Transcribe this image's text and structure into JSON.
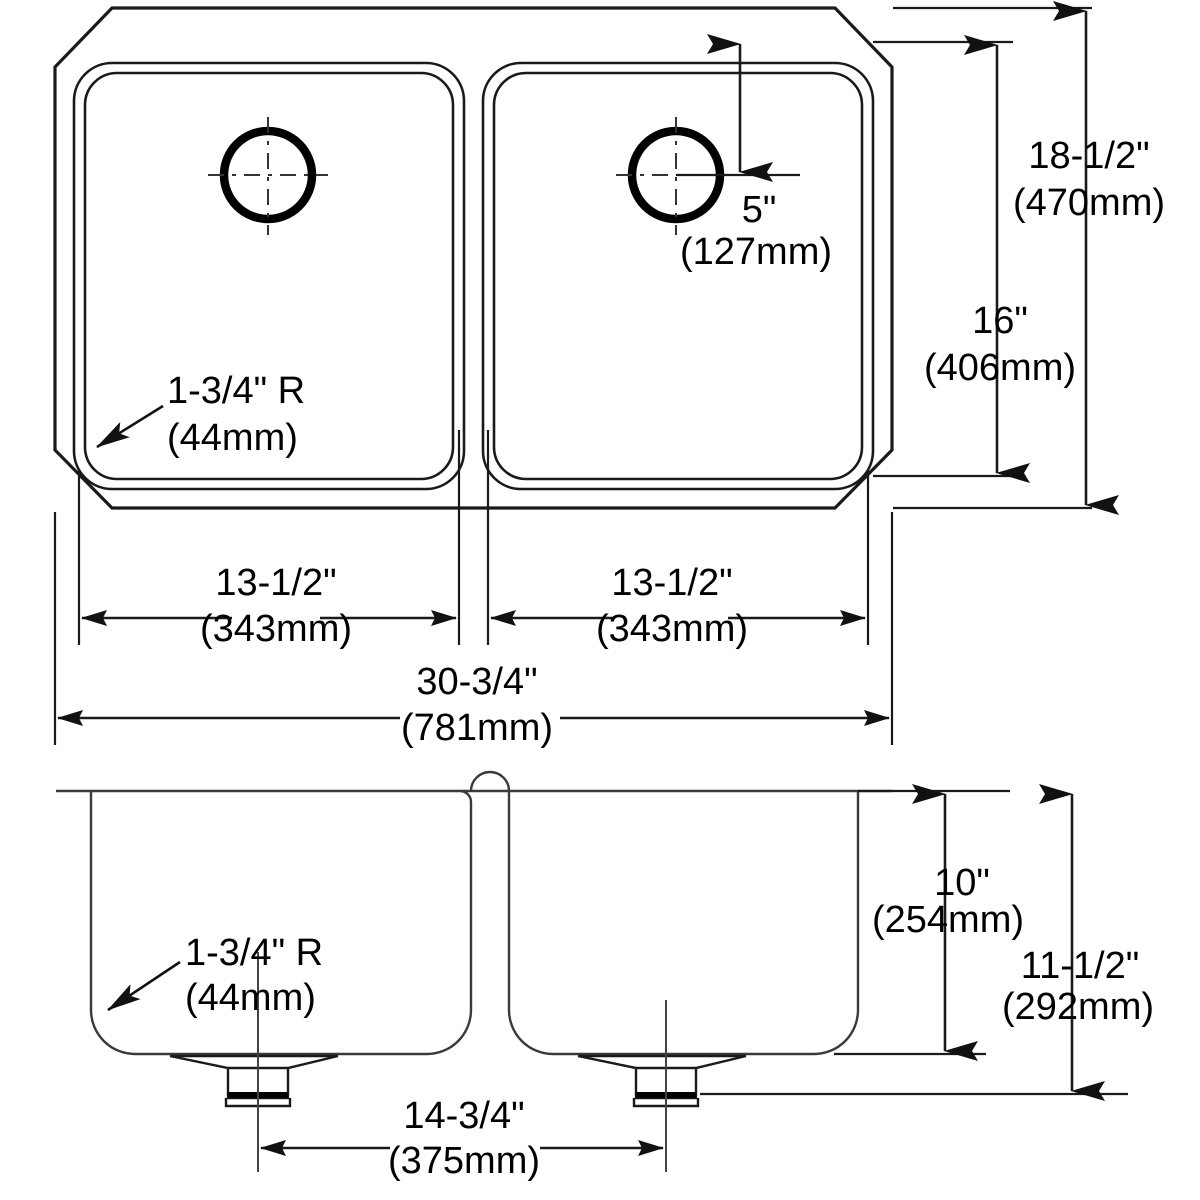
{
  "drawing": {
    "title": "Double Bowl Undermount Sink Dimension Drawing",
    "line_color": "#1a1a1a",
    "background": "#ffffff",
    "views": {
      "plan": "top-plan-view",
      "elevation": "front-elevation-view"
    }
  },
  "dimensions": {
    "drain_offset": {
      "imperial": "5\"",
      "metric": "(127mm)",
      "label": "drain center from rear"
    },
    "overall_depth": {
      "imperial": "18-1/2\"",
      "metric": "(470mm)",
      "label": "overall sink depth front to back"
    },
    "bowl_depth": {
      "imperial": "16\"",
      "metric": "(406mm)",
      "label": "bowl inside depth front to back"
    },
    "corner_radius_plan": {
      "imperial": "1-3/4\" R",
      "metric": "(44mm)",
      "label": "plan view corner radius"
    },
    "left_bowl_width": {
      "imperial": "13-1/2\"",
      "metric": "(343mm)",
      "label": "left bowl width"
    },
    "right_bowl_width": {
      "imperial": "13-1/2\"",
      "metric": "(343mm)",
      "label": "right bowl width"
    },
    "overall_width": {
      "imperial": "30-3/4\"",
      "metric": "(781mm)",
      "label": "overall sink width"
    },
    "corner_radius_elev": {
      "imperial": "1-3/4\" R",
      "metric": "(44mm)",
      "label": "elevation view corner radius"
    },
    "bowl_height": {
      "imperial": "10\"",
      "metric": "(254mm)",
      "label": "bowl inside height"
    },
    "overall_height": {
      "imperial": "11-1/2\"",
      "metric": "(292mm)",
      "label": "overall height to drain outlet"
    },
    "drain_spacing": {
      "imperial": "14-3/4\"",
      "metric": "(375mm)",
      "label": "distance between drain centers"
    }
  }
}
